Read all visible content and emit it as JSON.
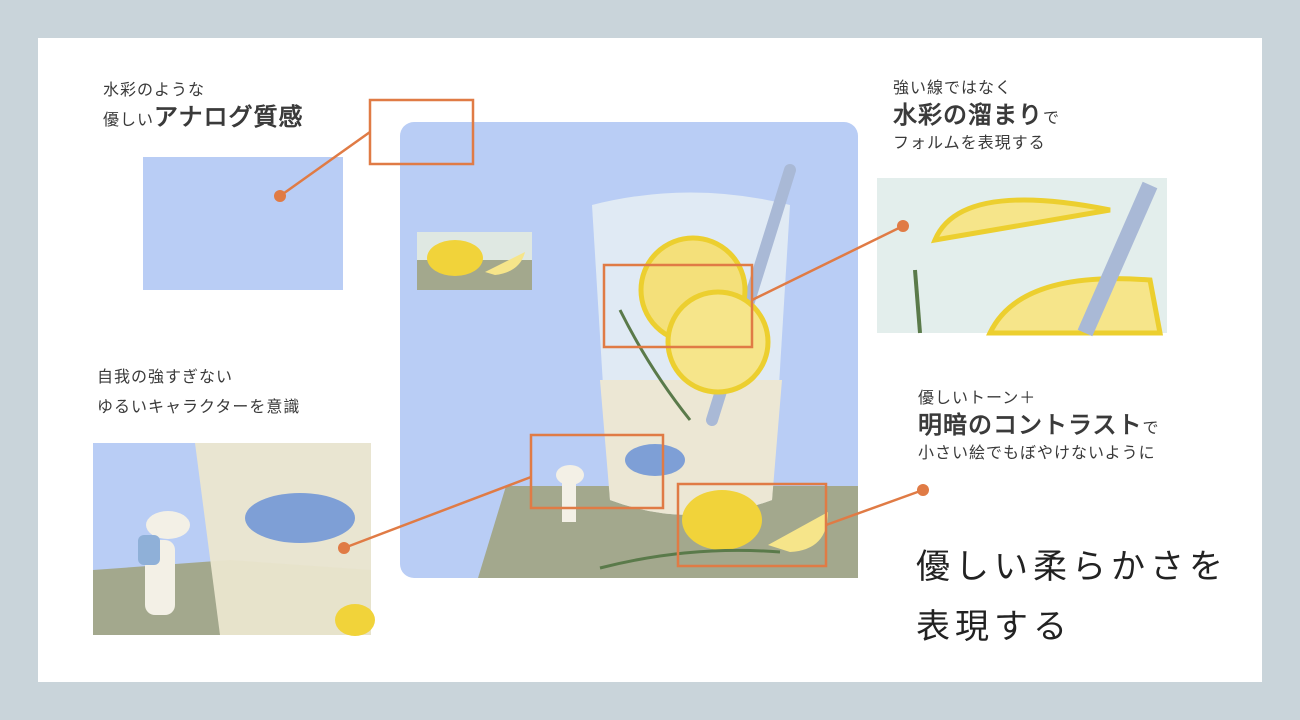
{
  "annotations": {
    "analog": {
      "line1": "水彩のような",
      "line2_prefix": "優しい",
      "line2_emphasis": "アナログ質感"
    },
    "watercolor": {
      "line1": "強い線ではなく",
      "line2_emphasis": "水彩の溜まり",
      "line2_suffix": "で",
      "line3": "フォルムを表現する"
    },
    "character": {
      "line1": "自我の強すぎない",
      "line2": "ゆるいキャラクターを意識"
    },
    "contrast": {
      "line1": "優しいトーン＋",
      "line2_emphasis": "明暗のコントラスト",
      "line2_suffix": "で",
      "line3": "小さい絵でもぼやけないように"
    }
  },
  "caption": {
    "line1": "優しい柔らかさを",
    "line2": "表現する"
  },
  "colors": {
    "accent": "#e07b45",
    "sky": "#b9cdf5",
    "floor": "#a3a88d",
    "lemon": "#f1d33a"
  }
}
